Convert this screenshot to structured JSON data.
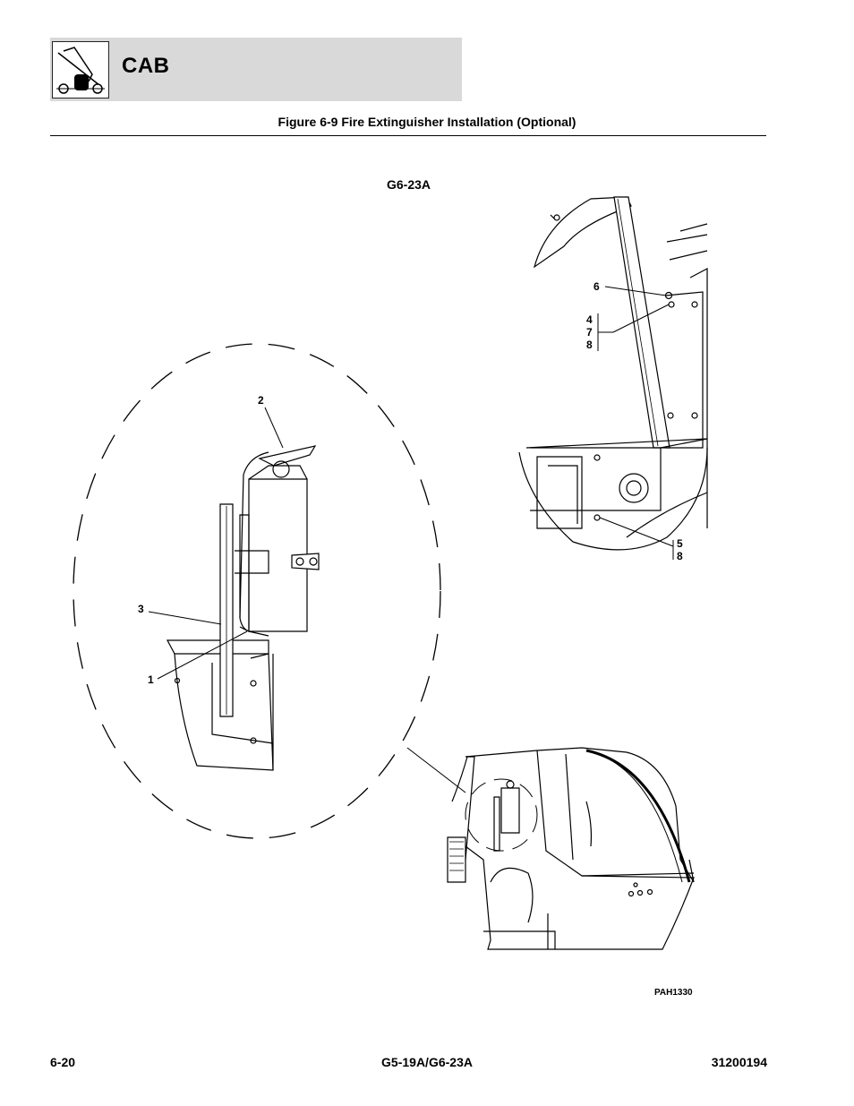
{
  "header": {
    "section_title": "CAB",
    "logo_icon": "telehandler-logo-icon"
  },
  "figure": {
    "caption": "Figure 6-9 Fire Extinguisher Installation (Optional)",
    "model_label": "G6-23A",
    "callouts": {
      "c1": "1",
      "c2": "2",
      "c3": "3",
      "c4": "4",
      "c5": "5",
      "c6": "6",
      "c7": "7",
      "c8a": "8",
      "c8b": "8"
    },
    "figure_id": "PAH1330"
  },
  "footer": {
    "page_number": "6-20",
    "model": "G5-19A/G6-23A",
    "doc_number": "31200194"
  }
}
